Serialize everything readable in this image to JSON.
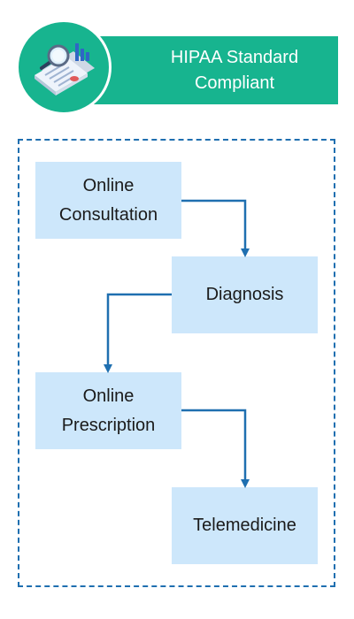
{
  "banner": {
    "line1": "HIPAA Standard",
    "line2": "Compliant",
    "accent_color": "#17b48f",
    "icon": "document-magnifier-icon"
  },
  "flow": {
    "steps": [
      {
        "label": "Online\nConsultation"
      },
      {
        "label": "Diagnosis"
      },
      {
        "label": "Online\nPrescription"
      },
      {
        "label": "Telemedicine"
      }
    ],
    "box_color": "#cde7fb",
    "arrow_color": "#1f6fb0",
    "frame_color": "#1f6fb0"
  }
}
